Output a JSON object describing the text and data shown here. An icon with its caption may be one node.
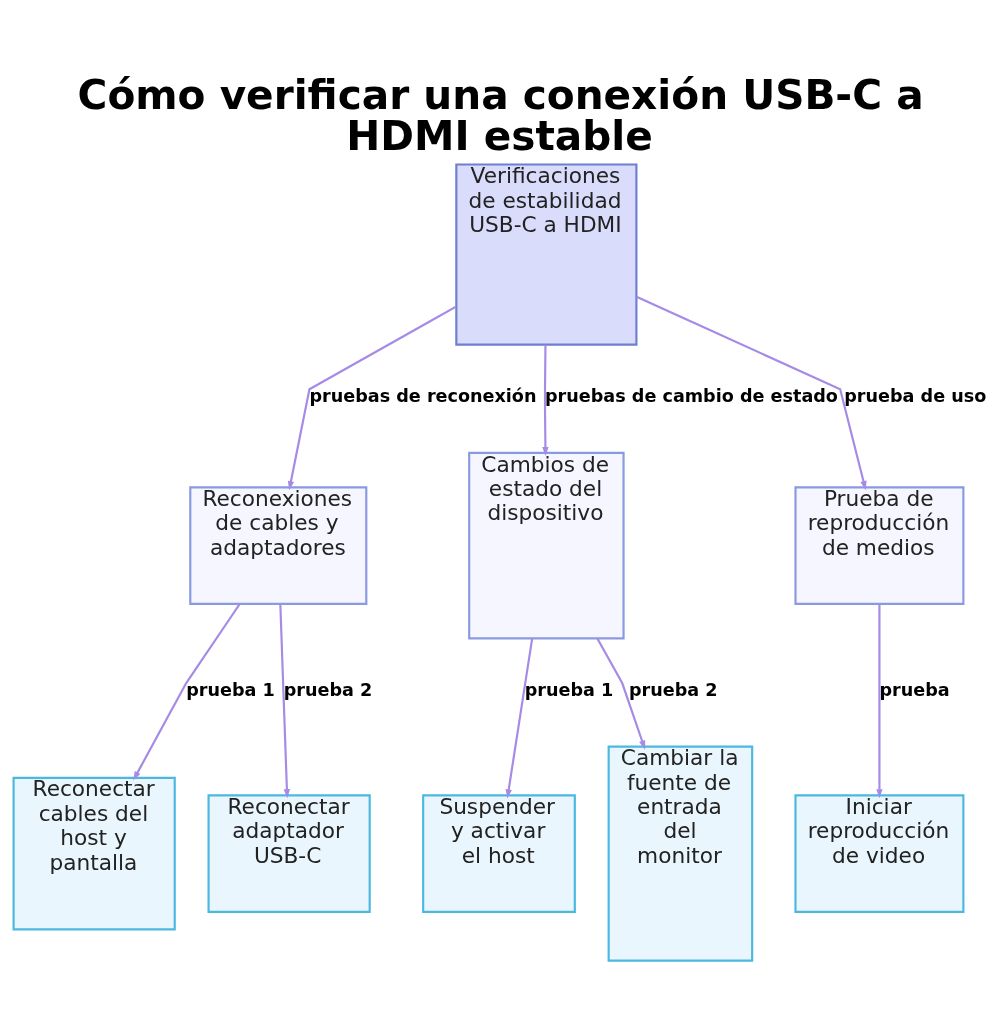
{
  "diagram": {
    "title": "Cómo verificar una conexión USB-C a HDMI estable",
    "nodes": [
      {
        "text": [
          "Verificaciones de estabilidad USB-C a HDMI"
        ]
      },
      {
        "text": [
          "Reconexiones de cables y adaptadores"
        ]
      },
      {
        "text": [
          "Cambios de estado del dispositivo"
        ]
      },
      {
        "text": [
          "Prueba de reproducción de medios"
        ]
      },
      {
        "text": [
          "Reconectar cables del host y pantalla"
        ]
      },
      {
        "text": [
          "Reconectar adaptador USB-C"
        ]
      },
      {
        "text": [
          "Suspender y activar el host"
        ]
      },
      {
        "text": [
          "Cambiar la fuente de entrada del monitor"
        ]
      },
      {
        "text": [
          "Iniciar reproducción de video"
        ]
      }
    ],
    "edges": [
      {
        "from": 0,
        "to": 1,
        "arrow": "to",
        "label": "pruebas de reconexión"
      },
      {
        "from": 0,
        "to": 2,
        "arrow": "to",
        "label": "pruebas de cambio de estado"
      },
      {
        "from": 0,
        "to": 3,
        "arrow": "to",
        "label": "prueba de uso"
      },
      {
        "from": 1,
        "to": 4,
        "arrow": "to",
        "label": "prueba 1"
      },
      {
        "from": 1,
        "to": 5,
        "arrow": "to",
        "label": "prueba 2"
      },
      {
        "from": 2,
        "to": 6,
        "arrow": "to",
        "label": "prueba 1"
      },
      {
        "from": 2,
        "to": 7,
        "arrow": "to",
        "label": "prueba 2"
      },
      {
        "from": 3,
        "to": 8,
        "arrow": "to",
        "label": "prueba"
      }
    ]
  }
}
